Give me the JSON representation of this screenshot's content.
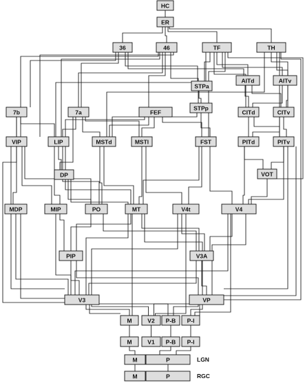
{
  "diagram": {
    "nodes": [
      {
        "id": "HC",
        "label": "HC"
      },
      {
        "id": "ER",
        "label": "ER"
      },
      {
        "id": "A36",
        "label": "36"
      },
      {
        "id": "A46",
        "label": "46"
      },
      {
        "id": "TF",
        "label": "TF"
      },
      {
        "id": "TH",
        "label": "TH"
      },
      {
        "id": "STPa",
        "label": "STPa"
      },
      {
        "id": "AITd",
        "label": "AITd"
      },
      {
        "id": "AITv",
        "label": "AITv"
      },
      {
        "id": "A7b",
        "label": "7b"
      },
      {
        "id": "A7a",
        "label": "7a"
      },
      {
        "id": "FEF",
        "label": "FEF"
      },
      {
        "id": "STPp",
        "label": "STPp"
      },
      {
        "id": "CITd",
        "label": "CITd"
      },
      {
        "id": "CITv",
        "label": "CITv"
      },
      {
        "id": "VIP",
        "label": "VIP"
      },
      {
        "id": "LIP",
        "label": "LIP"
      },
      {
        "id": "MSTd",
        "label": "MSTd"
      },
      {
        "id": "MSTl",
        "label": "MSTl"
      },
      {
        "id": "FST",
        "label": "FST"
      },
      {
        "id": "PITd",
        "label": "PITd"
      },
      {
        "id": "PITv",
        "label": "PITv"
      },
      {
        "id": "DP",
        "label": "DP"
      },
      {
        "id": "VOT",
        "label": "VOT"
      },
      {
        "id": "MDP",
        "label": "MDP"
      },
      {
        "id": "MIP",
        "label": "MIP"
      },
      {
        "id": "PO",
        "label": "PO"
      },
      {
        "id": "MT",
        "label": "MT"
      },
      {
        "id": "V4t",
        "label": "V4t"
      },
      {
        "id": "V4",
        "label": "V4"
      },
      {
        "id": "PIP",
        "label": "PIP"
      },
      {
        "id": "V3A",
        "label": "V3A"
      },
      {
        "id": "V3",
        "label": "V3"
      },
      {
        "id": "VP",
        "label": "VP"
      },
      {
        "id": "V2M",
        "label": "M"
      },
      {
        "id": "V2",
        "label": "V2"
      },
      {
        "id": "V2PB",
        "label": "P-B"
      },
      {
        "id": "V2PI",
        "label": "P-I"
      },
      {
        "id": "V1M",
        "label": "M"
      },
      {
        "id": "V1",
        "label": "V1"
      },
      {
        "id": "V1PB",
        "label": "P-B"
      },
      {
        "id": "V1PI",
        "label": "P-I"
      },
      {
        "id": "LGNM",
        "label": "M"
      },
      {
        "id": "LGNP",
        "label": "P"
      },
      {
        "id": "RGCM",
        "label": "M"
      },
      {
        "id": "RGCP",
        "label": "P"
      }
    ],
    "side_labels": [
      {
        "id": "LGN",
        "label": "LGN"
      },
      {
        "id": "RGC",
        "label": "RGC"
      }
    ]
  }
}
